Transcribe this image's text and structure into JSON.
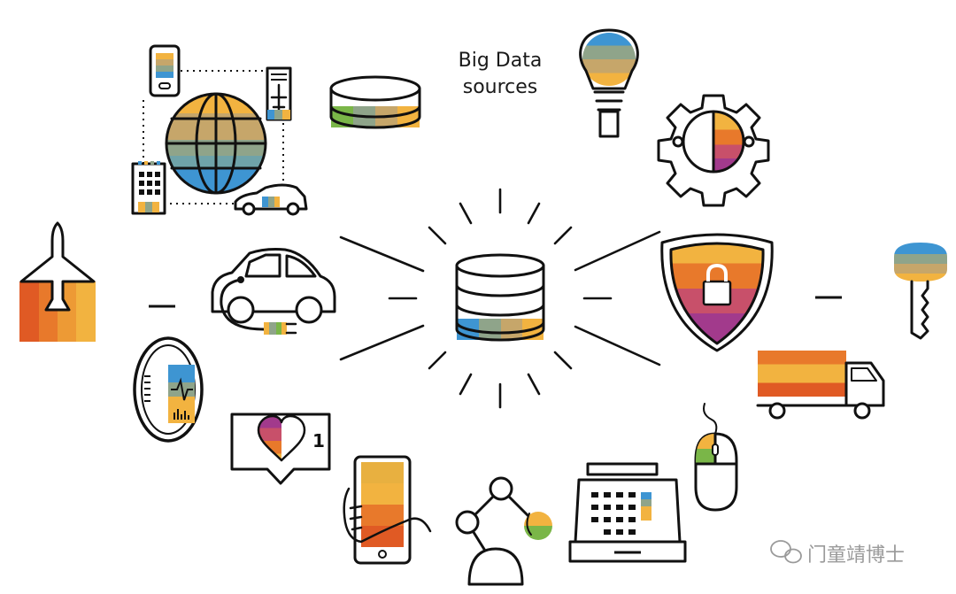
{
  "caption": {
    "line1": "Big Data",
    "line2": "sources"
  },
  "notification": {
    "count": "1"
  },
  "watermark": {
    "text": "门童靖博士",
    "icon": "wechat-icon"
  },
  "palette": {
    "orange": "#e8792b",
    "yellow": "#f2b340",
    "sand": "#c6a66a",
    "sage": "#8fa48a",
    "teal": "#6fa3a9",
    "blue": "#3e95d2",
    "green": "#7ab648",
    "red_orange": "#e05a24",
    "magenta": "#a23a8c",
    "rose": "#c8506a",
    "outline": "#111111"
  },
  "icons": [
    "database-icon",
    "globe-network-icon",
    "smartphone-icon",
    "boarding-pass-icon",
    "hotel-icon",
    "car-small-icon",
    "disk-storage-icon",
    "lightbulb-icon",
    "gear-icon",
    "airplane-icon",
    "electric-car-icon",
    "shield-lock-icon",
    "key-icon",
    "fitness-band-icon",
    "social-like-icon",
    "delivery-truck-icon",
    "computer-mouse-icon",
    "touch-phone-icon",
    "robot-arm-icon",
    "cash-register-icon"
  ]
}
